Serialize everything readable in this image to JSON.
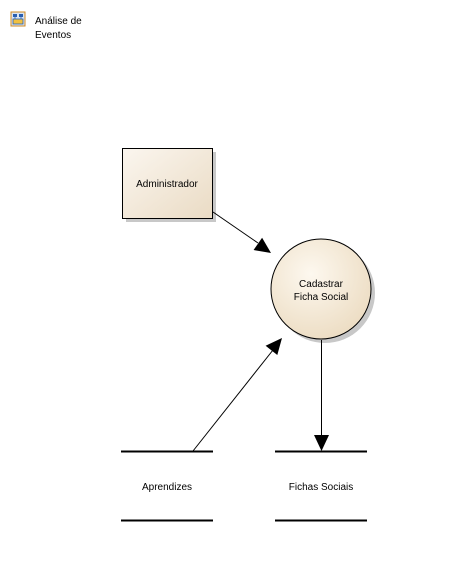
{
  "package": {
    "icon": "package-diagram-icon",
    "title_lines": [
      "Análise de",
      "Eventos"
    ]
  },
  "external_entity": {
    "label": "Administrador"
  },
  "process": {
    "label_lines": [
      "Cadastrar",
      "Ficha Social"
    ]
  },
  "data_stores": [
    {
      "label": "Aprendizes"
    },
    {
      "label": "Fichas Sociais"
    }
  ],
  "colors": {
    "entity_fill_light": "#fbf6ef",
    "entity_fill_dark": "#eadbc4",
    "process_fill_light": "#fdf8ef",
    "process_fill_dark": "#ecdcc2",
    "stroke": "#000000",
    "shadow": "#c8c8c8"
  }
}
